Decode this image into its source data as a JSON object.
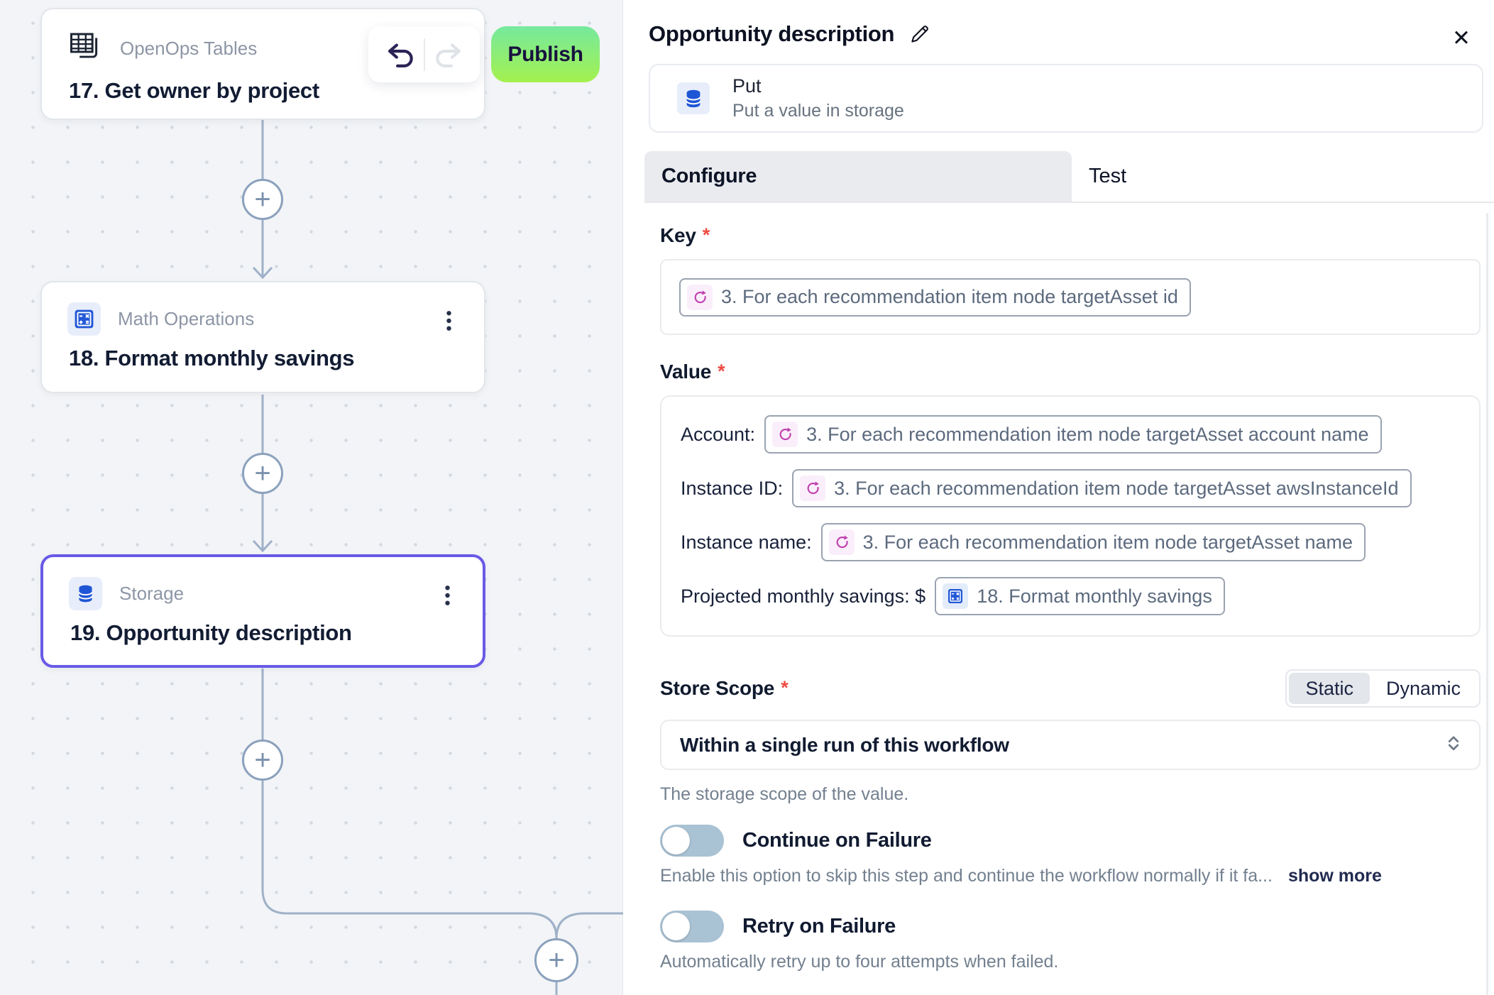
{
  "ui": {
    "plus": "+",
    "close": "✕",
    "required_mark": "*"
  },
  "colors": {
    "publish_gradient_top": "#76e99e",
    "publish_gradient_bottom": "#a4f14e",
    "selected_node_border": "#695ae6",
    "app_icon_blue": "#1f56d6",
    "token_pink": "#bf3fad",
    "required_red": "#ef4b44"
  },
  "canvas": {
    "publish_label": "Publish",
    "nodes": [
      {
        "app": "OpenOps Tables",
        "title": "17. Get owner by project",
        "icon": "tables-icon",
        "selected": false
      },
      {
        "app": "Math Operations",
        "title": "18. Format monthly savings",
        "icon": "math-icon",
        "selected": false
      },
      {
        "app": "Storage",
        "title": "19. Opportunity description",
        "icon": "database-icon",
        "selected": true
      }
    ]
  },
  "panel": {
    "title": "Opportunity description",
    "action": {
      "name": "Put",
      "description": "Put a value in storage"
    },
    "tabs": [
      {
        "label": "Configure",
        "active": true
      },
      {
        "label": "Test",
        "active": false
      }
    ],
    "key_field": {
      "label": "Key",
      "token": {
        "icon": "loop-icon",
        "text": "3. For each recommendation item node targetAsset id"
      }
    },
    "value_field": {
      "label": "Value",
      "rows": [
        {
          "prefix": "Account:",
          "token": {
            "icon": "loop-icon",
            "text": "3. For each recommendation item node targetAsset account name"
          }
        },
        {
          "prefix": "Instance ID:",
          "token": {
            "icon": "loop-icon",
            "text": "3. For each recommendation item node targetAsset awsInstanceId"
          }
        },
        {
          "prefix": "Instance name:",
          "token": {
            "icon": "loop-icon",
            "text": "3. For each recommendation item node targetAsset name"
          }
        },
        {
          "prefix": "Projected monthly savings: $",
          "token": {
            "icon": "math-icon",
            "text": "18. Format monthly savings"
          }
        }
      ]
    },
    "store_scope": {
      "label": "Store Scope",
      "modes": [
        {
          "label": "Static",
          "active": true
        },
        {
          "label": "Dynamic",
          "active": false
        }
      ],
      "value": "Within a single run of this workflow",
      "help": "The storage scope of the value."
    },
    "continue_on_failure": {
      "label": "Continue on Failure",
      "enabled": false,
      "help": "Enable this option to skip this step and continue the workflow normally if it fa...",
      "show_more": "show more"
    },
    "retry_on_failure": {
      "label": "Retry on Failure",
      "enabled": false,
      "help": "Automatically retry up to four attempts when failed."
    }
  }
}
